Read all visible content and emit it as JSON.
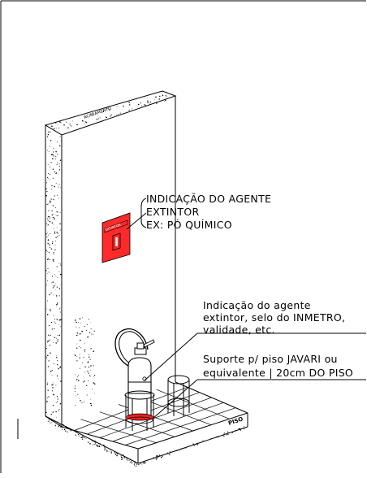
{
  "sign": {
    "text": "EXTINTOR",
    "color": "#ff2a2a"
  },
  "floor_label": "PISO",
  "wall_label": "ACABAMENTO",
  "callout_agent": {
    "line1": "INDICAÇÃO DO AGENTE",
    "line2": "EXTINTOR",
    "line3": "EX: PÓ QUÍMICO"
  },
  "callout_label": {
    "line1": "Indicação do agente",
    "line2": "extintor, selo do INMETRO,",
    "line3": "validade, etc."
  },
  "callout_support": {
    "line1": "Suporte p/ piso JAVARI ou",
    "line2": "equivalente | 20cm DO PISO"
  },
  "colors": {
    "sign_red": "#ff2a2a",
    "base_red": "#e8231f",
    "line": "#000000"
  }
}
